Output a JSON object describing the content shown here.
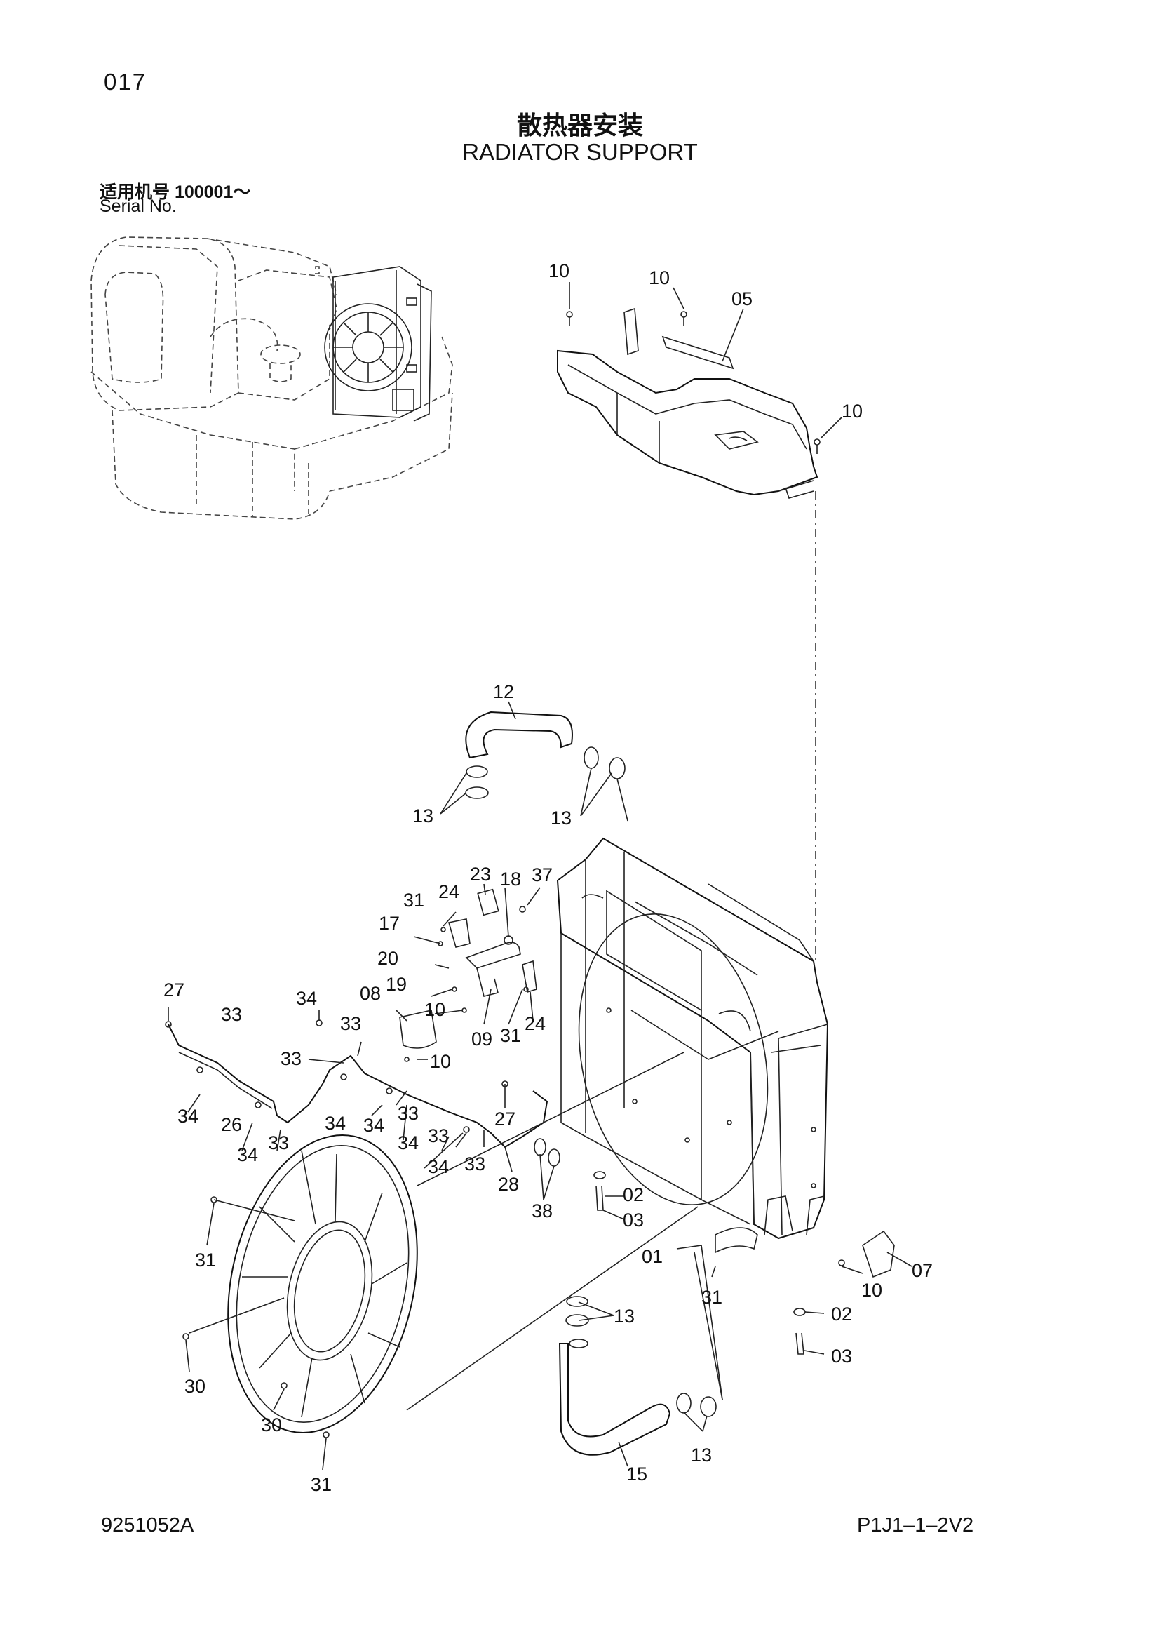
{
  "header": {
    "page_number": "017",
    "title_zh": "散热器安装",
    "title_en": "RADIATOR SUPPORT",
    "serial_zh": "适用机号  100001～",
    "serial_en": "Serial No."
  },
  "footer": {
    "doc_code": "9251052A",
    "page_code": "P1J1–1–2V2"
  },
  "callouts": {
    "c10a": "10",
    "c10b": "10",
    "c05": "05",
    "c10c": "10",
    "c12": "12",
    "c13a": "13",
    "c13b": "13",
    "c23": "23",
    "c18": "18",
    "c37": "37",
    "c31a": "31",
    "c24a": "24",
    "c17": "17",
    "c20": "20",
    "c19": "19",
    "c10d": "10",
    "c08": "08",
    "c09": "09",
    "c31b": "31",
    "c24b": "24",
    "c27a": "27",
    "c33a": "33",
    "c34a": "34",
    "c33b": "33",
    "c33c": "33",
    "c10e": "10",
    "c34b": "34",
    "c26": "26",
    "c34c": "34",
    "c34d": "34",
    "c33d": "33",
    "c27b": "27",
    "c34e": "34",
    "c33e": "33",
    "c34f": "34",
    "c33f": "33",
    "c34g": "34",
    "c33g": "33",
    "c28": "28",
    "c38": "38",
    "c02a": "02",
    "c03a": "03",
    "c01": "01",
    "c31c": "31",
    "c10f": "10",
    "c07": "07",
    "c02b": "02",
    "c03b": "03",
    "c31d": "31",
    "c30a": "30",
    "c30b": "30",
    "c31e": "31",
    "c13c": "13",
    "c13d": "13",
    "c15": "15"
  }
}
